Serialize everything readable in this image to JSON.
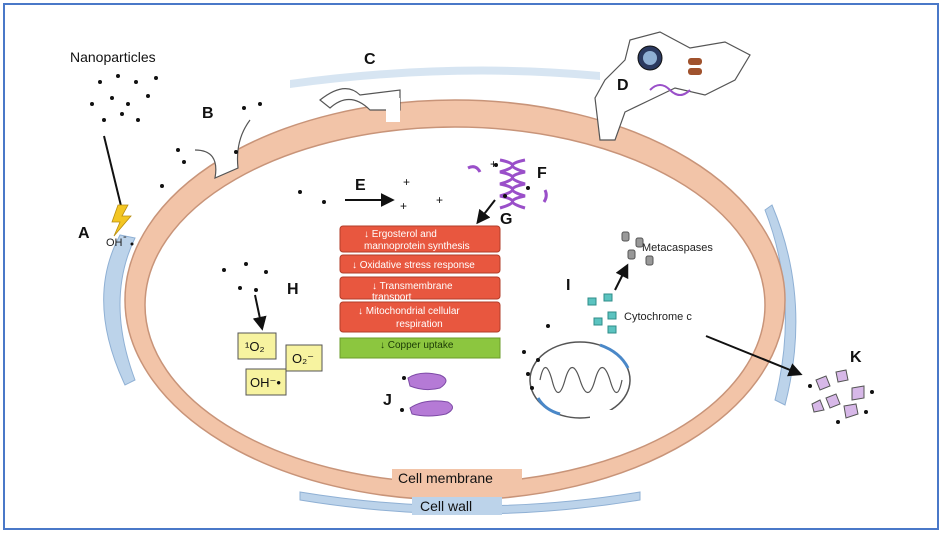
{
  "labels": {
    "nanoparticles": "Nanoparticles",
    "A": "A",
    "B": "B",
    "C": "C",
    "D": "D",
    "E": "E",
    "F": "F",
    "G": "G",
    "H": "H",
    "I": "I",
    "J": "J",
    "K": "K",
    "oh_radical": "OH",
    "oh_minus": "-"
  },
  "effects": [
    {
      "line1": "↓ Ergosterol and",
      "line2": "mannoprotein synthesis"
    },
    {
      "line1": "↓ Oxidative stress response",
      "line2": ""
    },
    {
      "line1": "↓ Transmembrane",
      "line2": "transport"
    },
    {
      "line1": "↓ Mitochondrial cellular",
      "line2": "respiration"
    },
    {
      "line1": "↓ Copper uptake",
      "line2": ""
    }
  ],
  "ros": {
    "singlet_oxygen": "¹O₂",
    "superoxide": "O₂⁻",
    "hydroxyl": "OH⁻•"
  },
  "mito": {
    "metacaspases": "Metacaspases",
    "cytochrome": "Cytochrome c"
  },
  "membrane": {
    "cell_membrane": "Cell membrane",
    "cell_wall": "Cell wall"
  },
  "colors": {
    "membrane": "#f2c4a8",
    "wall": "#bcd3ea",
    "effect_box": "#e8573f",
    "copper_box": "#8cc63f",
    "ros_box": "#f7f3a0",
    "dna": "#9a4fc9",
    "vesicle": "#b57ad6",
    "cyto": "#5bc3c0"
  }
}
